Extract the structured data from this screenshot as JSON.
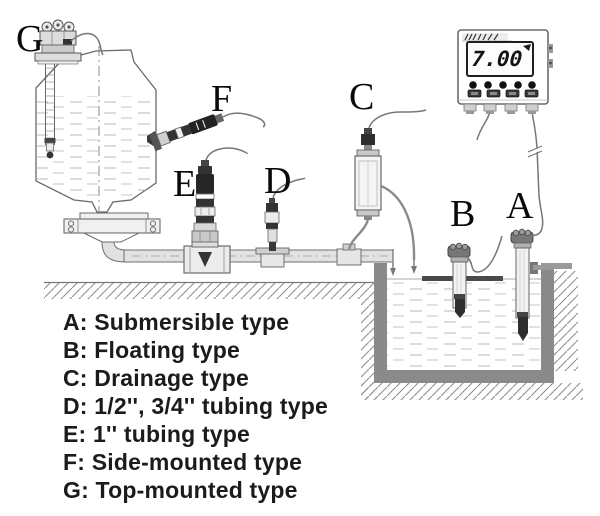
{
  "callouts": {
    "a": "A",
    "b": "B",
    "c": "C",
    "d": "D",
    "e": "E",
    "f": "F",
    "g": "G"
  },
  "controller": {
    "display_value": "7.00"
  },
  "legend": {
    "items": [
      {
        "text": "A: Submersible type"
      },
      {
        "text": "B: Floating type"
      },
      {
        "text": "C: Drainage type"
      },
      {
        "text": "D: 1/2'', 3/4'' tubing type"
      },
      {
        "text": "E: 1'' tubing type"
      },
      {
        "text": "F: Side-mounted type"
      },
      {
        "text": "G: Top-mounted type"
      }
    ]
  },
  "colors": {
    "line": "#6a6a6a",
    "dark_fill": "#2b2b2b",
    "pit_wall": "#8a8a8a",
    "lcd_border": "#1f1f1f"
  }
}
